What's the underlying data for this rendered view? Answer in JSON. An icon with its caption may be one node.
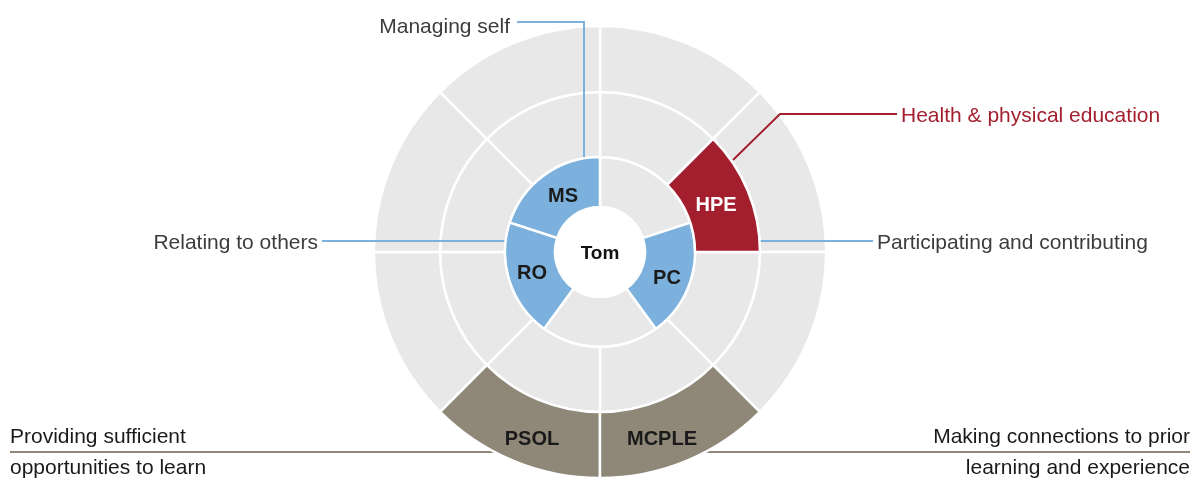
{
  "diagram": {
    "nodes": [
      {
        "text": [
          "Tom"
        ]
      },
      {
        "text": [
          "MS"
        ]
      },
      {
        "text": [
          "RO"
        ]
      },
      {
        "text": [
          "PC"
        ]
      },
      {
        "text": [
          "HPE"
        ]
      },
      {
        "text": [
          "PSOL"
        ]
      },
      {
        "text": [
          "MCPLE"
        ]
      },
      {
        "text": [
          "Managing self"
        ]
      },
      {
        "text": [
          "Relating to others"
        ]
      },
      {
        "text": [
          "Participating and contributing"
        ]
      },
      {
        "text": [
          "Health & physical education"
        ]
      },
      {
        "text": [
          "Providing sufficient opportunities to learn"
        ]
      },
      {
        "text": [
          "Making connections to prior learning and experience"
        ]
      },
      {
        "text": [],
        "shape": "sector"
      },
      {
        "text": [],
        "shape": "sector"
      },
      {
        "text": [],
        "shape": "sector"
      },
      {
        "text": [],
        "shape": "sector"
      },
      {
        "text": [],
        "shape": "sector"
      },
      {
        "text": [],
        "shape": "sector"
      },
      {
        "text": [],
        "shape": "sector"
      },
      {
        "text": [],
        "shape": "sector"
      },
      {
        "text": [],
        "shape": "sector"
      },
      {
        "text": [],
        "shape": "sector"
      },
      {
        "text": [],
        "shape": "sector"
      },
      {
        "text": [],
        "shape": "sector"
      },
      {
        "text": [],
        "shape": "sector"
      },
      {
        "text": [],
        "shape": "sector"
      },
      {
        "text": [],
        "shape": "sector"
      }
    ],
    "edges": [
      {
        "from": 7,
        "to": 1,
        "arrow": "none"
      },
      {
        "from": 8,
        "to": 2,
        "arrow": "none"
      },
      {
        "from": 9,
        "to": 3,
        "arrow": "none"
      },
      {
        "from": 10,
        "to": 4,
        "arrow": "none",
        "color": "#a31f2e"
      },
      {
        "from": 11,
        "to": 5,
        "arrow": "none",
        "color": "#8f8777"
      },
      {
        "from": 12,
        "to": 6,
        "arrow": "none",
        "color": "#8f8777"
      }
    ]
  }
}
